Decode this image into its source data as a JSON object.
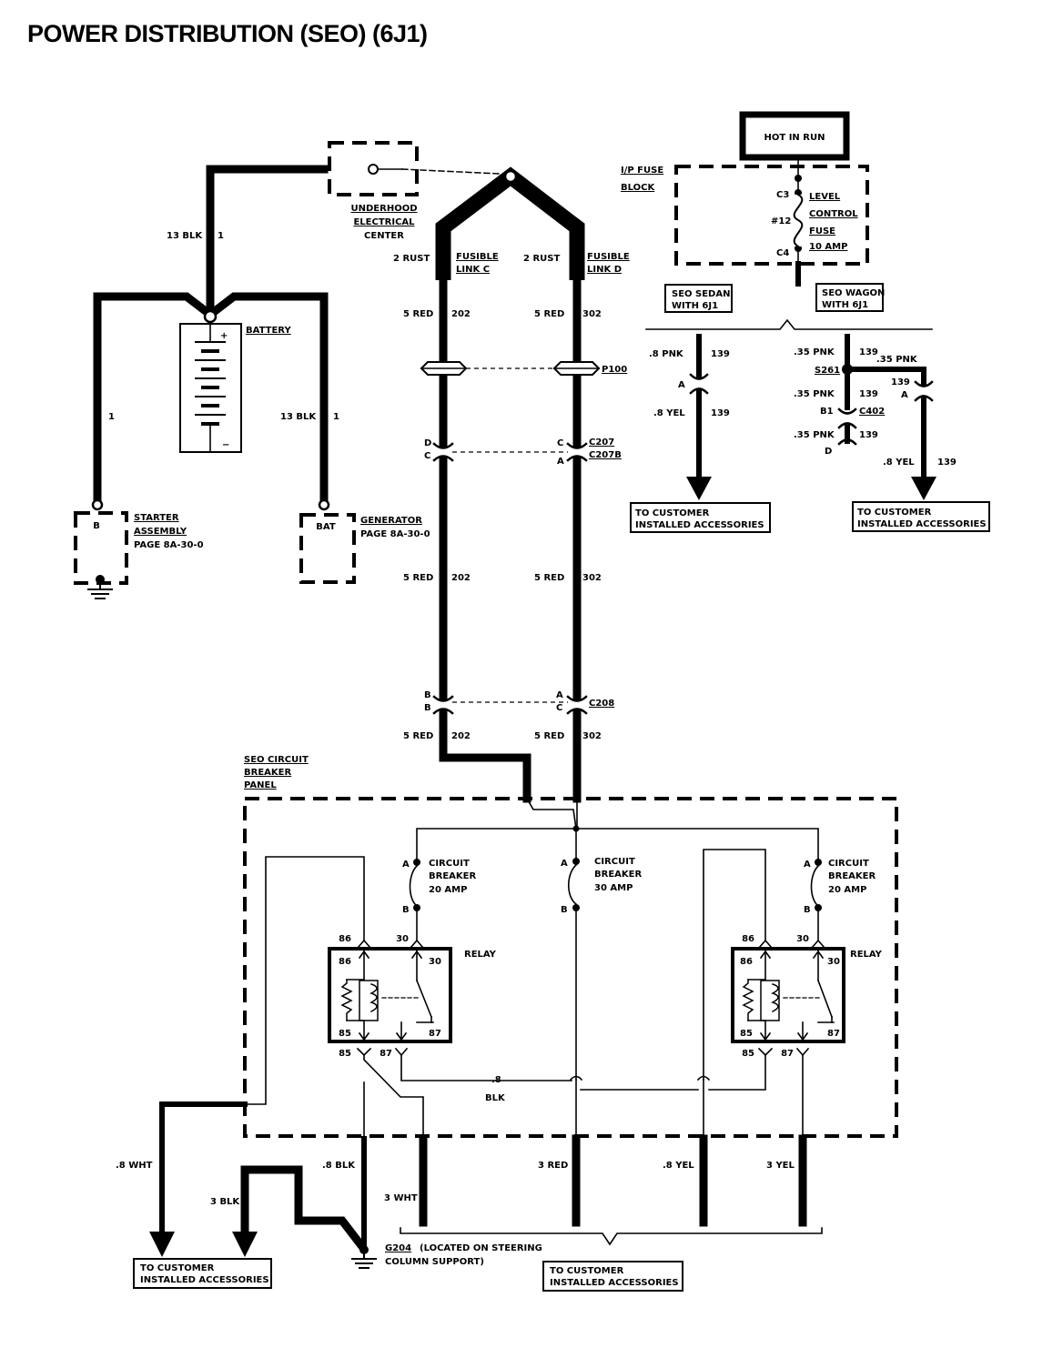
{
  "title": "POWER DISTRIBUTION  (SEO)  (6J1)",
  "hot_in_run": "HOT IN RUN",
  "fuse_block": {
    "label_1": "I/P FUSE",
    "label_2": "BLOCK",
    "c3": "C3",
    "c4": "C4",
    "fuse_num": "#12",
    "fuse_1": "LEVEL",
    "fuse_2": "CONTROL",
    "fuse_3": "FUSE",
    "fuse_4": "10 AMP"
  },
  "underhood": {
    "line_1": "UNDERHOOD",
    "line_2": "ELECTRICAL",
    "line_3": "CENTER"
  },
  "battery": {
    "label": "BATTERY",
    "wire_top_gauge": "13 BLK",
    "wire_top_num": "1",
    "plus": "+",
    "minus": "−"
  },
  "starter": {
    "line_1": "STARTER",
    "line_2": "ASSEMBLY",
    "line_3": "PAGE 8A-30-0",
    "terminal": "B",
    "wire_num": "1"
  },
  "generator": {
    "line_1": "GENERATOR",
    "line_2": "PAGE 8A-30-0",
    "terminal": "BAT",
    "wire_gauge": "13 BLK",
    "wire_num": "1"
  },
  "fusible_c": {
    "gauge": "2 RUST",
    "line_1": "FUSIBLE",
    "line_2": "LINK C"
  },
  "fusible_d": {
    "gauge": "2 RUST",
    "line_1": "FUSIBLE",
    "line_2": "LINK D"
  },
  "wire_202": {
    "gauge": "5 RED",
    "num": "202"
  },
  "wire_302": {
    "gauge": "5 RED",
    "num": "302"
  },
  "connectors": {
    "p100": "P100",
    "c207": "C207",
    "c207b": "C207B",
    "c208": "C208",
    "pin_d": "D",
    "pin_c": "C",
    "pin_a": "A",
    "pin_b": "B"
  },
  "sedan": {
    "label_1": "SEO SEDAN",
    "label_2": "WITH 6J1",
    "wire_top_gauge": ".8 PNK",
    "wire_num": "139",
    "pin": "A",
    "wire_bottom_gauge": ".8 YEL"
  },
  "wagon": {
    "label_1": "SEO WAGON",
    "label_2": "WITH 6J1",
    "gauge": ".35 PNK",
    "wire_num": "139",
    "splice": "S261",
    "branch_gauge": ".35 PNK",
    "branch_pin": "A",
    "branch_out_gauge": ".8 YEL",
    "pin_b1": "B1",
    "c402": "C402",
    "pin_d": "D"
  },
  "customer": {
    "line_1": "TO CUSTOMER",
    "line_2": "INSTALLED ACCESSORIES"
  },
  "panel": {
    "line_1": "SEO CIRCUIT",
    "line_2": "BREAKER",
    "line_3": "PANEL"
  },
  "breakers": {
    "line_1": "CIRCUIT",
    "line_2": "BREAKER",
    "amp_20": "20 AMP",
    "amp_30": "30 AMP",
    "pin_a": "A",
    "pin_b": "B"
  },
  "relay": {
    "label": "RELAY",
    "p86": "86",
    "p30": "30",
    "p85": "85",
    "p87": "87"
  },
  "ground_bus": {
    "gauge": ".8",
    "color": "BLK"
  },
  "outputs": {
    "wht_8": ".8 WHT",
    "blk_3": "3 BLK",
    "blk_8": ".8 BLK",
    "wht_3": "3 WHT",
    "red_3": "3 RED",
    "yel_8": ".8 YEL",
    "yel_3": "3 YEL"
  },
  "g204": {
    "name": "G204",
    "text_1": "(LOCATED ON STEERING",
    "text_2": "COLUMN SUPPORT)"
  }
}
